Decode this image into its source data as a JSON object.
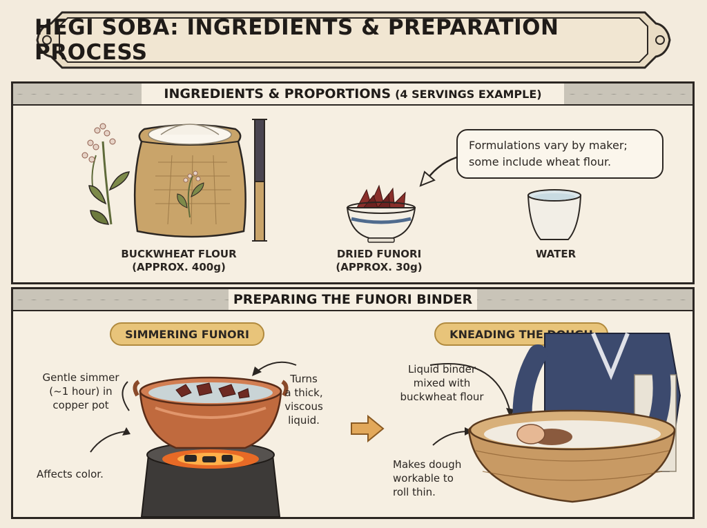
{
  "title": "HEGI SOBA: INGREDIENTS & PREPARATION PROCESS",
  "ingredients_section": {
    "heading": "INGREDIENTS & PROPORTIONS",
    "heading_note": "(4 SERVINGS EXAMPLE)",
    "callout": {
      "line1": "Formulations vary by maker;",
      "line2": "some include wheat flour."
    },
    "items": [
      {
        "name": "BUCKWHEAT FLOUR",
        "amount": "(APPROX. 400g)",
        "icon": "flour-sack-icon"
      },
      {
        "name": "DRIED FUNORI",
        "amount": "(APPROX. 30g)",
        "icon": "funori-bowl-icon"
      },
      {
        "name": "WATER",
        "amount": "",
        "icon": "water-cup-icon"
      }
    ]
  },
  "binder_section": {
    "heading": "PREPARING THE FUNORI BINDER",
    "simmer": {
      "pill": "SIMMERING FUNORI",
      "note_left_1": "Gentle simmer",
      "note_left_2": "(~1 hour) in",
      "note_left_3": "copper pot",
      "note_color": "Affects color.",
      "note_right_1": "Turns",
      "note_right_2": "a thick,",
      "note_right_3": "viscous",
      "note_right_4": "liquid."
    },
    "knead": {
      "pill": "KNEADING THE DOUGH",
      "note_top_1": "Liquid binder",
      "note_top_2": "mixed with",
      "note_top_3": "buckwheat flour",
      "note_bottom_1": "Makes dough",
      "note_bottom_2": "workable to",
      "note_bottom_3": "roll thin."
    }
  },
  "colors": {
    "background": "#f3ebdd",
    "accent_pill": "#e8c47a",
    "copper": "#c06a3e",
    "ink": "#2b2622"
  }
}
